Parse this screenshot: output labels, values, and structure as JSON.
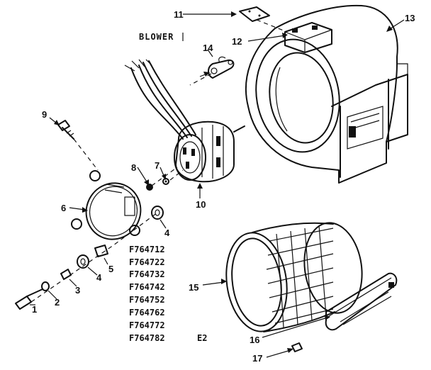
{
  "title": "BLOWER",
  "part_numbers": [
    "1",
    "2",
    "3",
    "4",
    "4",
    "5",
    "6",
    "7",
    "8",
    "9",
    "10",
    "11",
    "12",
    "13",
    "14",
    "15",
    "16",
    "17"
  ],
  "labels": {
    "p1": "1",
    "p2": "2",
    "p3": "3",
    "p4a": "4",
    "p4b": "4",
    "p5": "5",
    "p6": "6",
    "p7": "7",
    "p8": "8",
    "p9": "9",
    "p10": "10",
    "p11": "11",
    "p12": "12",
    "p13": "13",
    "p14": "14",
    "p15": "15",
    "p16": "16",
    "p17": "17"
  },
  "model_numbers": [
    "F764712",
    "F764722",
    "F764732",
    "F764742",
    "F764752",
    "F764762",
    "F764772",
    "F764782"
  ],
  "revision": "E2"
}
